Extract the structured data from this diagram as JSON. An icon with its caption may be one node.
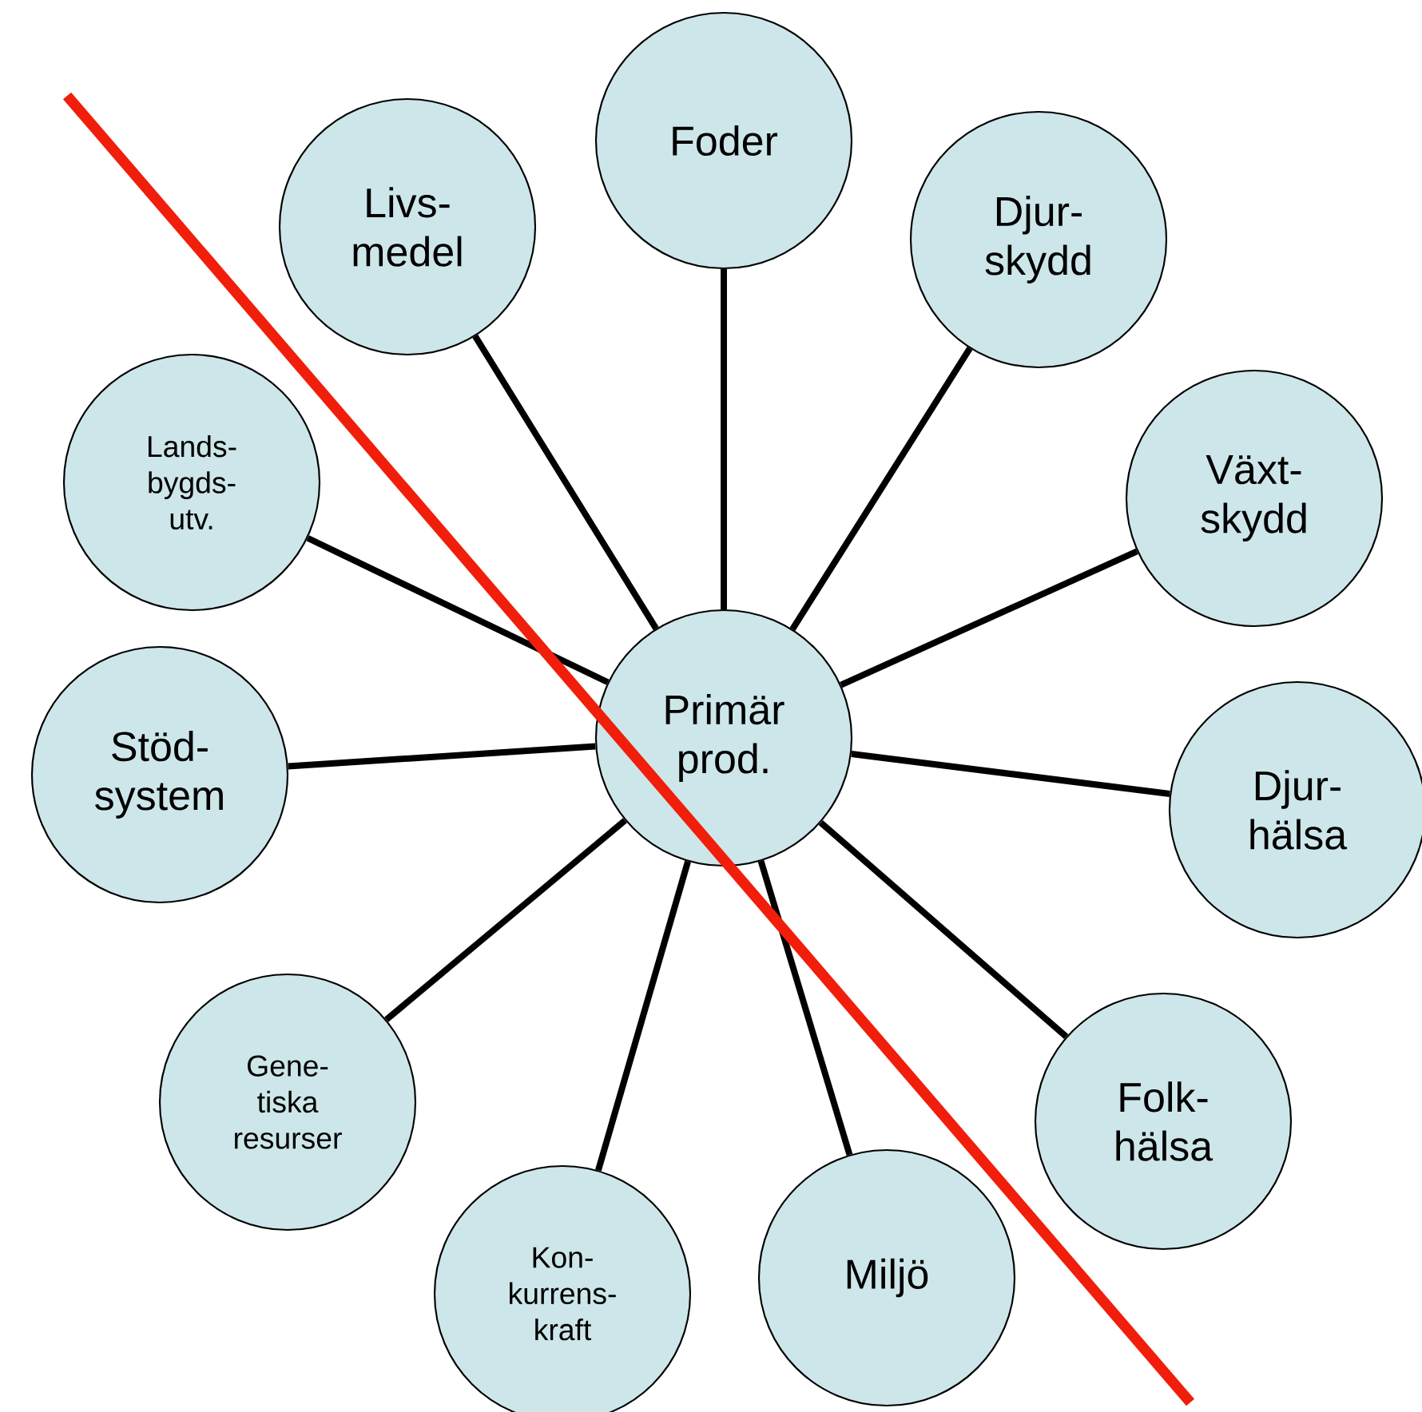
{
  "diagram": {
    "nodes": [
      {
        "text": [
          "Primär prod."
        ]
      },
      {
        "text": [
          "Foder"
        ]
      },
      {
        "text": [
          "Djur- skydd"
        ]
      },
      {
        "text": [
          "Växt- skydd"
        ]
      },
      {
        "text": [
          "Djur- hälsa"
        ]
      },
      {
        "text": [
          "Folk- hälsa"
        ]
      },
      {
        "text": [
          "Miljö"
        ]
      },
      {
        "text": [
          "Kon- kurrens- kraft"
        ]
      },
      {
        "text": [
          "Gene- tiska resurser"
        ]
      },
      {
        "text": [
          "Stöd- system"
        ]
      },
      {
        "text": [
          "Lands- bygds- utv."
        ]
      },
      {
        "text": [
          "Livs- medel"
        ]
      }
    ],
    "edges": [
      {
        "from": 0,
        "to": 1,
        "arrow": "none"
      },
      {
        "from": 0,
        "to": 2,
        "arrow": "none"
      },
      {
        "from": 0,
        "to": 3,
        "arrow": "none"
      },
      {
        "from": 0,
        "to": 4,
        "arrow": "none"
      },
      {
        "from": 0,
        "to": 5,
        "arrow": "none"
      },
      {
        "from": 0,
        "to": 6,
        "arrow": "none"
      },
      {
        "from": 0,
        "to": 7,
        "arrow": "none"
      },
      {
        "from": 0,
        "to": 8,
        "arrow": "none"
      },
      {
        "from": 0,
        "to": 9,
        "arrow": "none"
      },
      {
        "from": 0,
        "to": 10,
        "arrow": "none"
      },
      {
        "from": 0,
        "to": 11,
        "arrow": "none"
      }
    ]
  }
}
